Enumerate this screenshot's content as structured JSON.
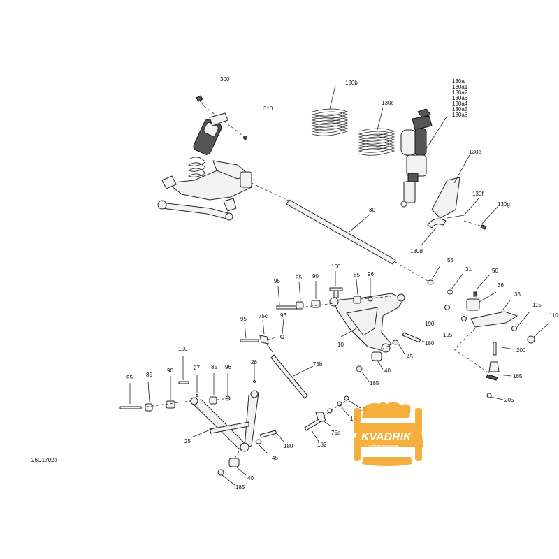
{
  "diagram_code": "26C1702a",
  "callouts": {
    "c300": "300",
    "c310": "310",
    "c130b": "130b",
    "c130c": "130c",
    "c130a": "130a",
    "c130a1": "130a1",
    "c130a2": "130a2",
    "c130a3": "130a3",
    "c130a4": "130a4",
    "c130a5": "130a5",
    "c130a6": "130a6",
    "c130e": "130e",
    "c130f": "130f",
    "c130g": "130g",
    "c130d": "130d",
    "c30": "30",
    "c55": "55",
    "c31": "31",
    "c50": "50",
    "c36": "36",
    "c35": "35",
    "c115": "115",
    "c110": "110",
    "c190": "190",
    "c195": "195",
    "c200": "200",
    "c165": "165",
    "c205": "205",
    "c95a": "95",
    "c85a": "85",
    "c90a": "90",
    "c100a": "100",
    "c85b": "85",
    "c96a": "96",
    "c95b": "95",
    "c75c": "75c",
    "c96b": "96",
    "c10": "10",
    "c180a": "180",
    "c45a": "45",
    "c40a": "40",
    "c185a": "185",
    "c75b": "75b",
    "c26": "26",
    "c100b": "100",
    "c27": "27",
    "c85c": "85",
    "c96c": "96",
    "c95c": "95",
    "c85d": "85",
    "c90b": "90",
    "c25": "25",
    "c182": "182",
    "c75a": "75a",
    "c181": "181",
    "c142": "142",
    "c180b": "180",
    "c45b": "45",
    "c40b": "40",
    "c185b": "185"
  },
  "watermark": {
    "name": "KVADRIK",
    "tagline": "свобода движения",
    "color": "#f3a72a"
  },
  "icons": {
    "watermark": "atv-wheel-frame-icon"
  }
}
